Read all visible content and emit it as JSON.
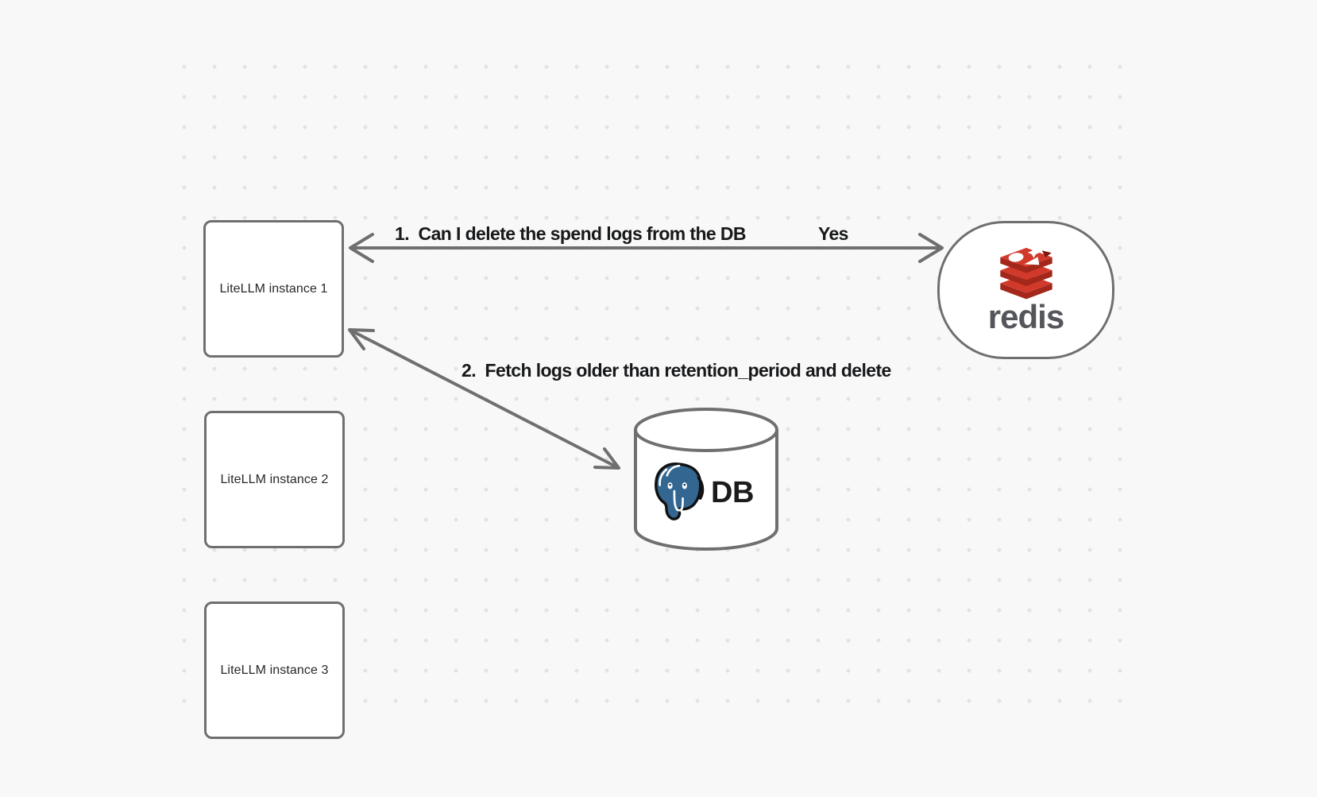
{
  "canvas": {
    "background": "#f8f8f8",
    "dot_color": "#e3e3e3",
    "stroke_color": "#6f6f6f"
  },
  "nodes": {
    "instance1": {
      "label": "LiteLLM instance 1"
    },
    "instance2": {
      "label": "LiteLLM instance 2"
    },
    "instance3": {
      "label": "LiteLLM instance 3"
    },
    "redis": {
      "wordmark": "redis"
    },
    "db": {
      "label": "DB"
    }
  },
  "arrows": {
    "arrow1": {
      "label": "1.  Can I delete the spend logs from the DB",
      "response": "Yes"
    },
    "arrow2": {
      "label": "2.  Fetch logs older than retention_period and delete"
    }
  },
  "icons": {
    "redis_logo": "redis-stack-logo",
    "postgres_logo": "postgresql-elephant-logo"
  },
  "colors": {
    "redis_red": "#d13a2a",
    "redis_dark_red": "#a3271a",
    "redis_notch": "#7c180c",
    "redis_wordmark": "#55565b",
    "postgres_blue": "#336791",
    "label_text": "#17181a"
  }
}
